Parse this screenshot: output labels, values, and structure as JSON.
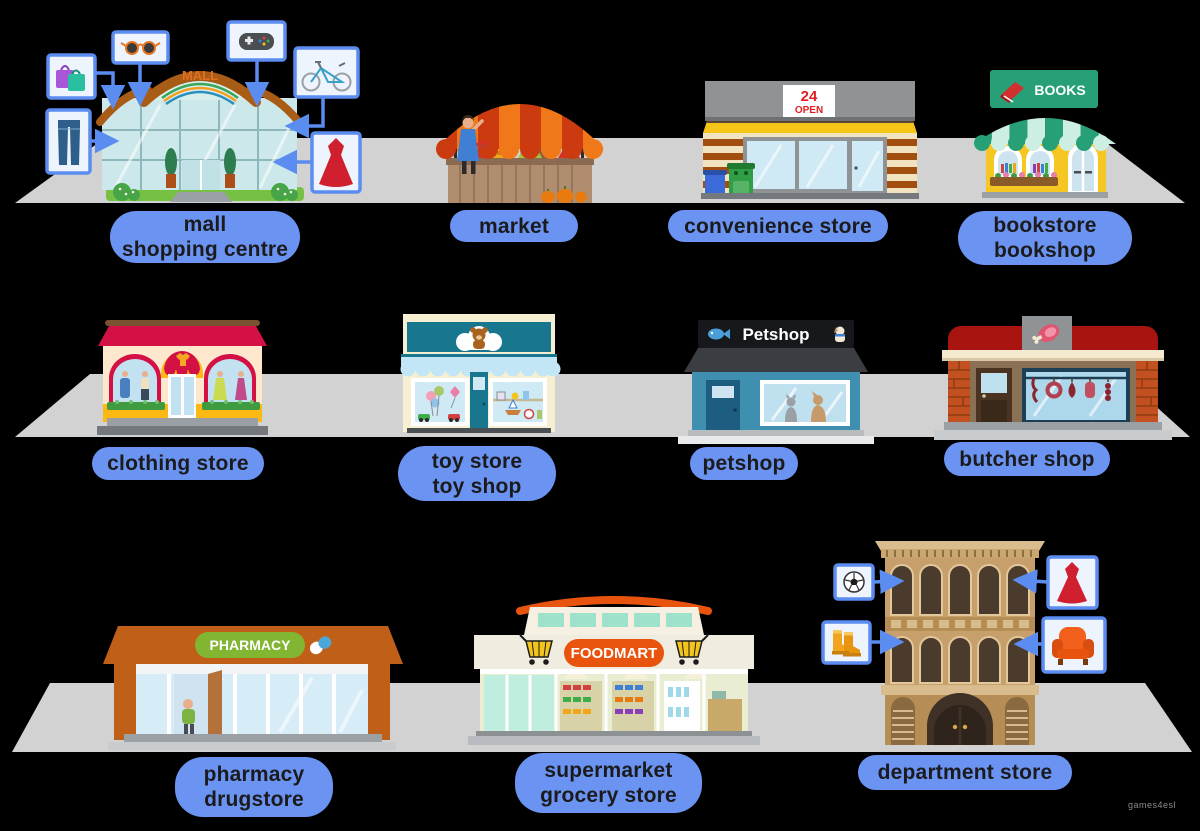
{
  "colors": {
    "background": "#000000",
    "ground": "#d2d2d2",
    "label_bg": "#6b93f1",
    "label_text": "#1b1b1d",
    "callout_bg": "#eef4fe",
    "callout_border": "#5b8cf0",
    "arrow": "#5b8cf0"
  },
  "labels": {
    "mall": {
      "line1": "mall",
      "line2": "shopping centre"
    },
    "market": {
      "line1": "market"
    },
    "convenience": {
      "line1": "convenience store"
    },
    "bookstore": {
      "line1": "bookstore",
      "line2": "bookshop"
    },
    "clothing": {
      "line1": "clothing store"
    },
    "toy": {
      "line1": "toy store",
      "line2": "toy shop"
    },
    "petshop": {
      "line1": "petshop"
    },
    "butcher": {
      "line1": "butcher shop"
    },
    "pharmacy": {
      "line1": "pharmacy",
      "line2": "drugstore"
    },
    "supermarket": {
      "line1": "supermarket",
      "line2": "grocery store"
    },
    "department": {
      "line1": "department store"
    }
  },
  "signs": {
    "mall": "MALL",
    "convenience_24": "24",
    "convenience_open": "OPEN",
    "bookstore": "BOOKS",
    "petshop": "Petshop",
    "pharmacy": "PHARMACY",
    "supermarket": "FOODMART"
  },
  "callout_icons": {
    "mall": [
      "shopping bags",
      "sunglasses",
      "game controller",
      "bicycle",
      "jeans",
      "red dress"
    ],
    "department": [
      "soccer ball",
      "red dress",
      "rain boots",
      "armchair"
    ]
  },
  "watermark": "games4esl"
}
